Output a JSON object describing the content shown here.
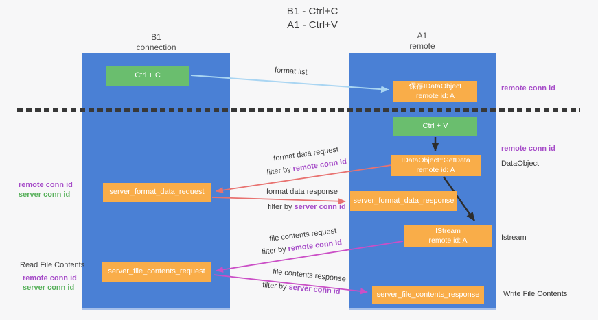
{
  "title": {
    "line1": "B1 - Ctrl+C",
    "line2": "A1 - Ctrl+V"
  },
  "lanes": {
    "left": {
      "title": "B1",
      "subtitle": "connection"
    },
    "right": {
      "title": "A1",
      "subtitle": "remote"
    }
  },
  "nodes": {
    "ctrl_c": {
      "label": "Ctrl + C"
    },
    "save_idataobject": {
      "line1": "保存IDataObject",
      "line2": "remote id: A"
    },
    "ctrl_v": {
      "label": "Ctrl + V"
    },
    "getdata": {
      "line1": "IDataObject::GetData",
      "line2": "remote id: A"
    },
    "format_request": {
      "label": "server_format_data_request"
    },
    "format_response": {
      "label": "server_format_data_response"
    },
    "istream": {
      "line1": "IStream",
      "line2": "remote id: A"
    },
    "file_request": {
      "label": "server_file_contents_request"
    },
    "file_response": {
      "label": "server_file_contents_response"
    }
  },
  "edge_labels": {
    "format_list": "format list",
    "format_data_request": "format data request",
    "format_data_response": "format data response",
    "file_contents_request": "file contents request",
    "file_contents_response": "file contents response",
    "filter_by": "filter by",
    "remote_conn_id": "remote conn id",
    "server_conn_id": "server conn id"
  },
  "side_labels": {
    "remote_conn_id": "remote conn id",
    "server_conn_id": "server conn id",
    "dataobject": "DataObject",
    "istream": "Istream",
    "read_file_contents": "Read File Contents",
    "write_file_contents": "Write File Contents"
  },
  "colors": {
    "lane_blue": "#4a80d5",
    "action_green": "#6abe6e",
    "message_orange": "#f9ad49",
    "arrow_blue": "#a9d5f2",
    "arrow_red": "#e87270",
    "arrow_magenta": "#cb4fc6",
    "arrow_black": "#2d2d2d",
    "id_purple": "#a64cc8",
    "id_green": "#57b05a"
  }
}
